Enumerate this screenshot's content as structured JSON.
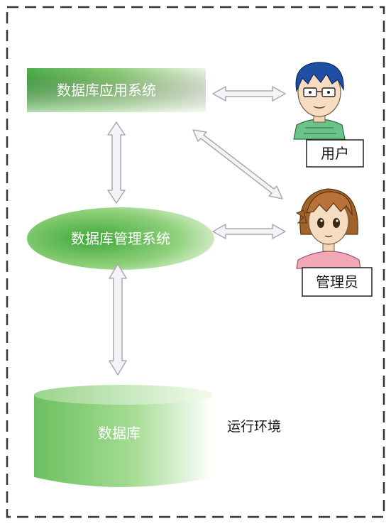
{
  "diagram": {
    "nodes": {
      "app_system": "数据库应用系统",
      "dbms": "数据库管理系统",
      "database": "数据库"
    },
    "actors": {
      "user": "用户",
      "admin": "管理员"
    },
    "environment_label": "运行环境",
    "colors": {
      "green_dark": "#5cb85c",
      "green_light": "#e6f5dd",
      "arrow_fill": "#f4f4f6",
      "arrow_stroke": "#a9a9b3",
      "border": "#333333"
    }
  }
}
